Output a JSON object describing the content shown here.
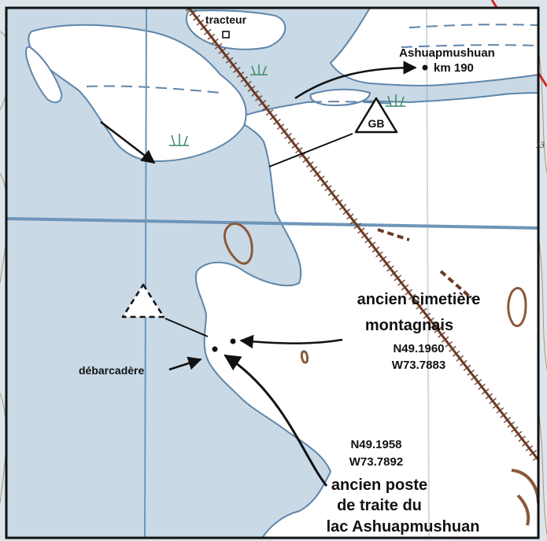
{
  "map": {
    "colors": {
      "water": "#c9d9e6",
      "water_edge": "#5e86aa",
      "land": "#ffffff",
      "grid": "#6d95b8",
      "railway": "#6b3a26",
      "contour": "#8a5a3a",
      "marsh": "#3a8a66",
      "border": "#111111",
      "outside_land": "#dce6ea",
      "red_road": "#d42a2a"
    },
    "labels": {
      "tracteur": "tracteur",
      "ashuapmushuan_km": [
        "Ashuapmushuan",
        "km 190"
      ],
      "gb": "GB",
      "cemetery": [
        "ancien cimetière",
        "montagnais"
      ],
      "cemetery_coords": [
        "N49.1960",
        "W73.7883"
      ],
      "debarcadere": "débarcadère",
      "post_coords": [
        "N49.1958",
        "W73.7892"
      ],
      "post": [
        "ancien poste",
        "de traite du",
        "lac Ashuapmushuan"
      ],
      "margin_number": "13"
    },
    "symbols": {
      "gb_marker": "triangle-solid",
      "cemetery_marker": "triangle-dashed",
      "tracteur_marker": "square",
      "point_marker": "dot"
    }
  }
}
